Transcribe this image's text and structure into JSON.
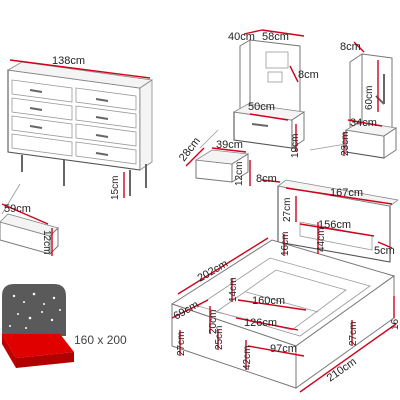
{
  "colors": {
    "dimension_line": "#d0021b",
    "outline": "#777777",
    "mattress_fill": "#e00000",
    "starry_headboard": "#5a5a5a"
  },
  "icons": {
    "led_icon": "starry-light-icon",
    "light_icon": "lamp-icon"
  },
  "dresser": {
    "width": "138cm",
    "depth": "59cm",
    "leg_height": "15cm",
    "drawer_height": "12cm"
  },
  "nightstand_left": {
    "panel_width": "40cm",
    "shelf_width": "58cm",
    "panel_depth": "8cm",
    "top_width": "50cm",
    "box_height": "19cm",
    "drawer_depth": "28cm",
    "drawer_width": "39cm",
    "drawer_height": "12cm"
  },
  "nightstand_right": {
    "panel_depth": "8cm",
    "panel_height": "60cm",
    "top_depth": "34cm",
    "box_height": "23cm"
  },
  "bed": {
    "headboard_depth": "8cm",
    "headboard_width": "167cm",
    "headboard_height": "27cm",
    "shelf_width": "156cm",
    "shelf_height": "44cm",
    "shelf_depth": "5cm",
    "frame_length": "202cm",
    "frame_depth": "16cm",
    "frame_gap": "14cm",
    "inner_width": "160cm",
    "side_height": "69cm",
    "storage_a": "20cm",
    "storage_width": "126cm",
    "storage_b": "25cm",
    "storage_c": "97cm",
    "base_height_left": "27cm",
    "base_height_mid": "42cm",
    "base_height_right": "27cm",
    "total_length": "210cm",
    "side_depth": "16"
  },
  "mattress": {
    "size_label": "160 x 200"
  }
}
